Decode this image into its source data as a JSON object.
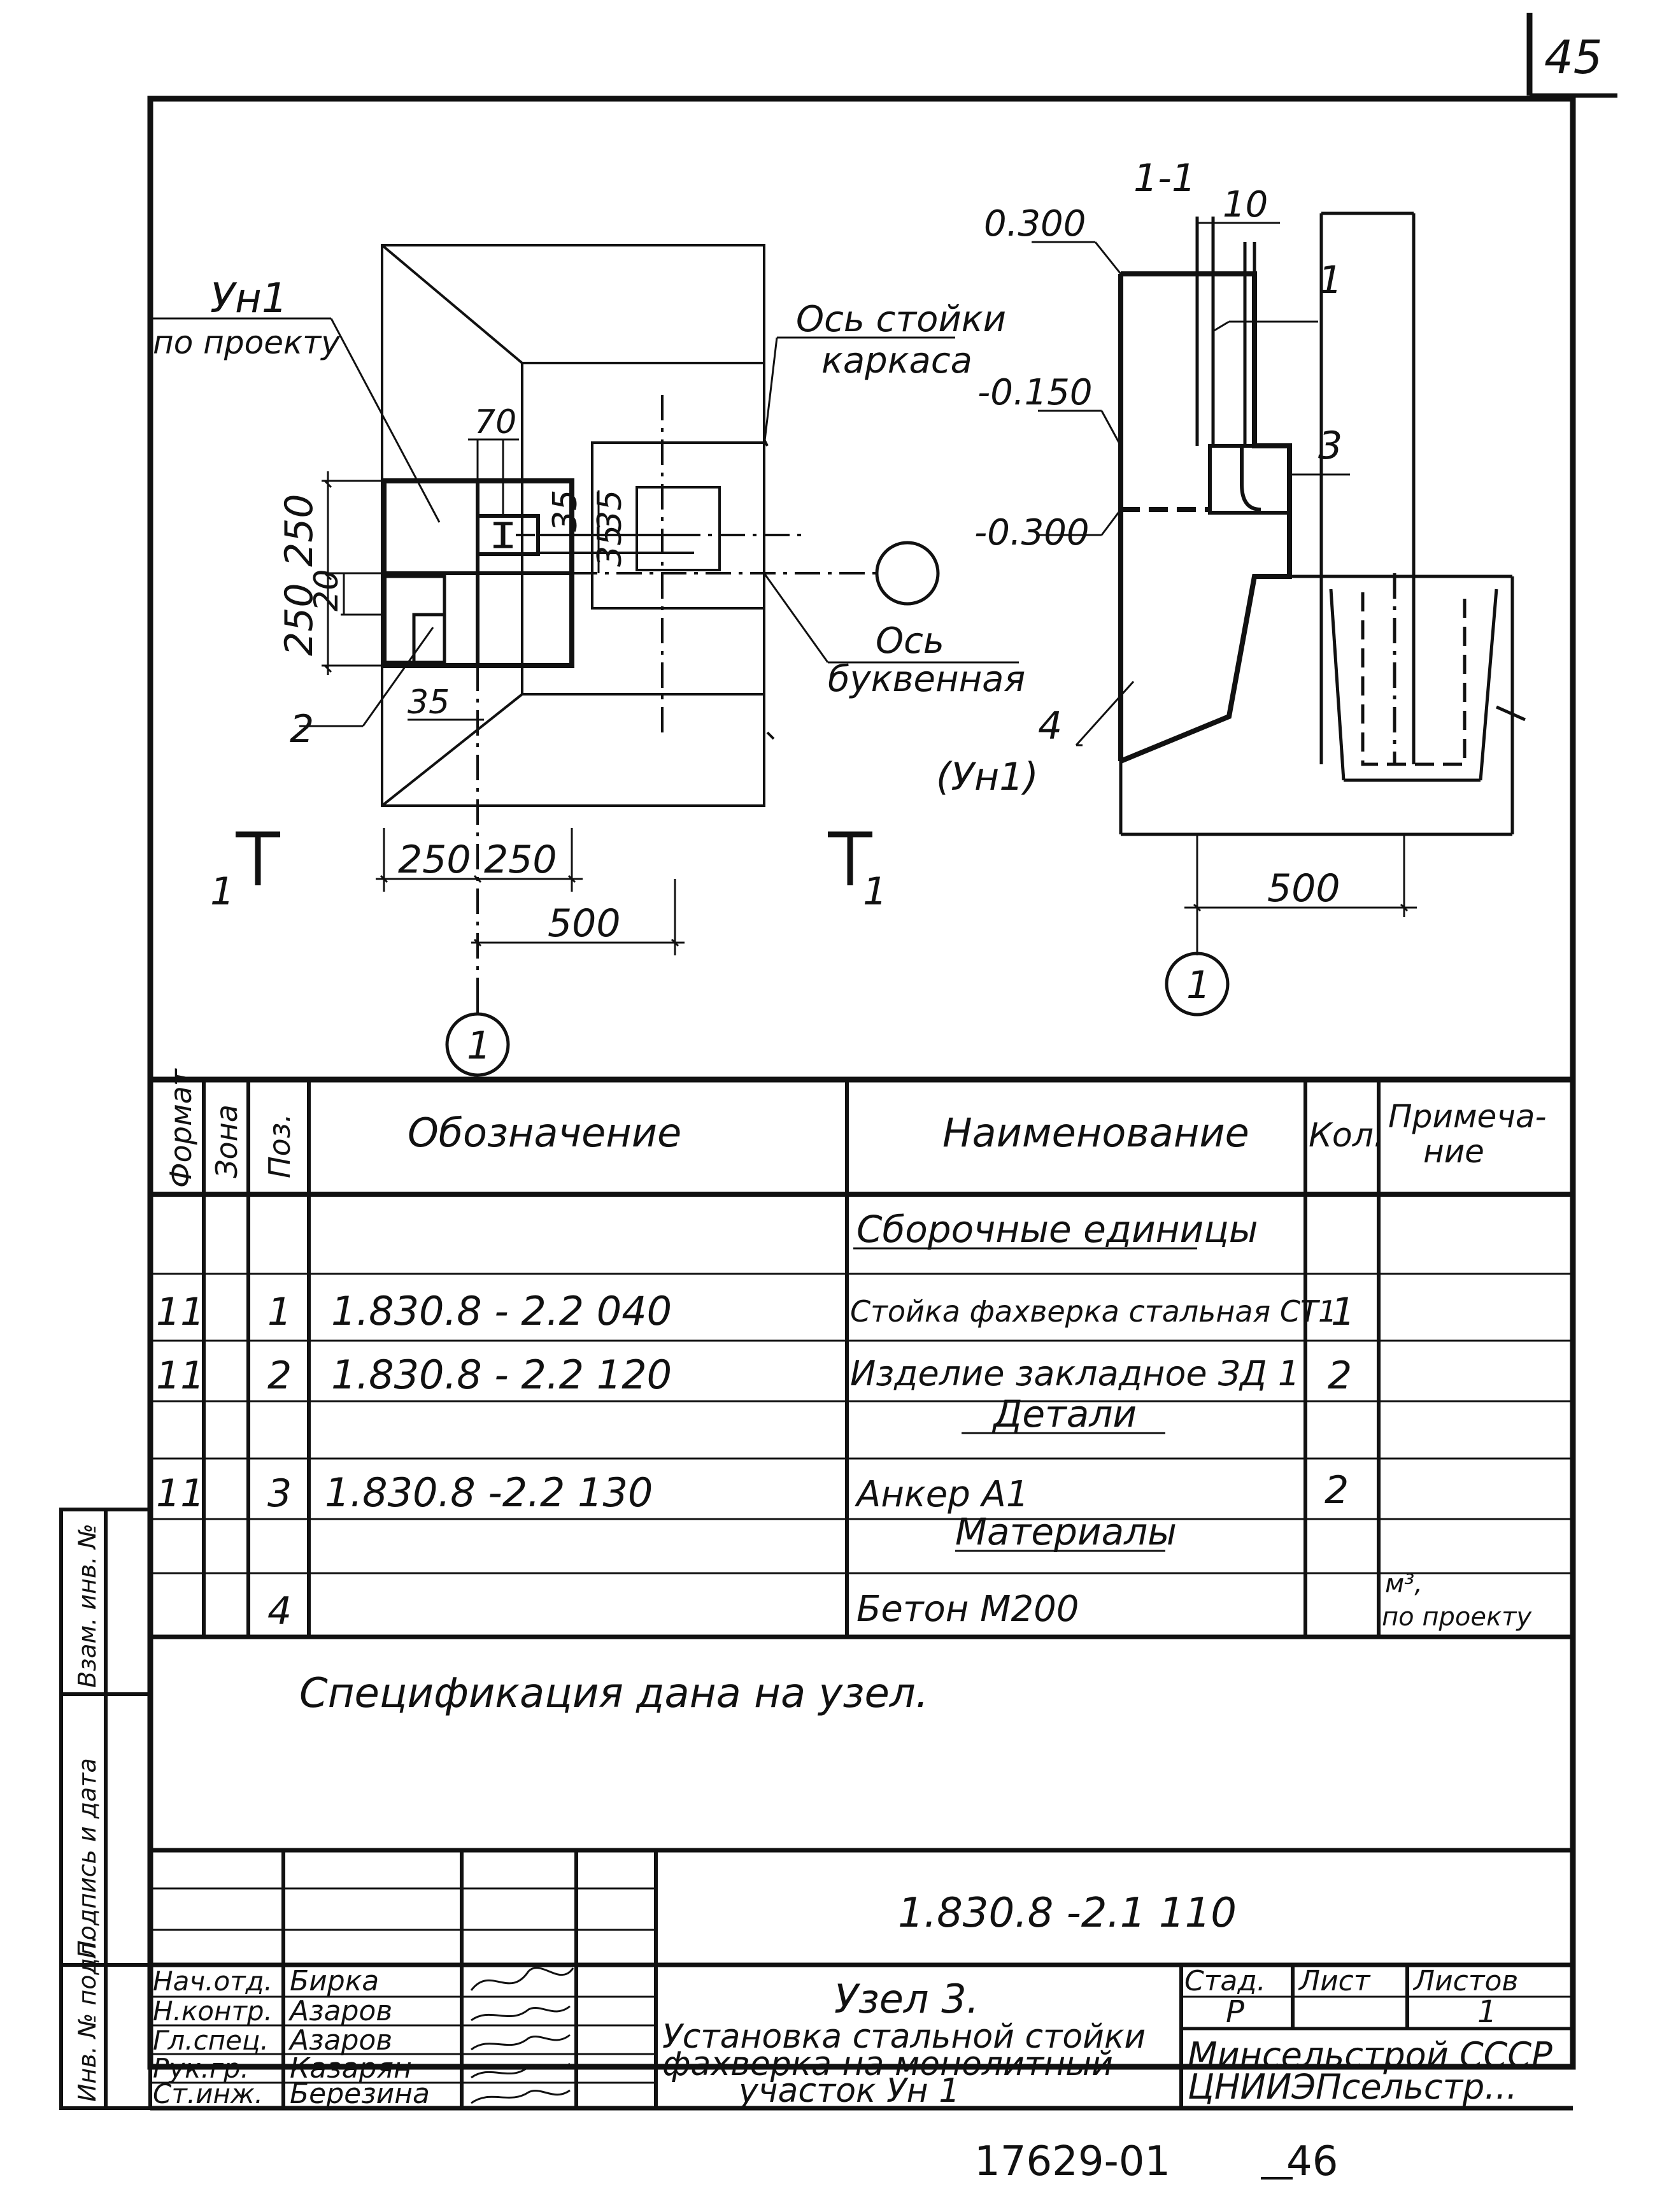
{
  "sheet": {
    "page_number": "45",
    "doc_code": "1.830.8 -2.1 110",
    "bottom_code": "17629-01",
    "bottom_page": "46"
  },
  "drawing": {
    "plan": {
      "label_un1": "Ун1",
      "label_po_proektu": "по проекту",
      "axis_column_1": "Ось стойки",
      "axis_column_2": "каркаса",
      "axis_letter_1": "Ось",
      "axis_letter_2": "буквенная",
      "dim_70": "70",
      "dim_35_a": "35",
      "dim_35_b": "35",
      "dim_35_c": "35",
      "dim_250_a": "250",
      "dim_20": "20",
      "dim_250_b": "250",
      "dim_250_c": "250",
      "dim_250_d": "250",
      "dim_500": "500",
      "pos_2": "2",
      "cut_left": "1",
      "cut_right": "1",
      "axis_bubble": "1"
    },
    "section": {
      "title": "1-1",
      "elev_top": "0.300",
      "elev_mid": "-0.150",
      "elev_low": "-0.300",
      "dim_10": "10",
      "pos_1": "1",
      "pos_3": "3",
      "pos_4": "4",
      "pos_4_note": "(Ун1)",
      "dim_500": "500",
      "axis_bubble": "1"
    }
  },
  "spec": {
    "headers": {
      "format": "Формат",
      "zone": "Зона",
      "pos": "Поз.",
      "designation": "Обозначение",
      "name": "Наименование",
      "qty": "Кол.",
      "note_1": "Примеча-",
      "note_2": "ние"
    },
    "sections": {
      "assembly": "Сборочные единицы",
      "details": "Детали",
      "materials": "Материалы"
    },
    "rows": [
      {
        "format": "11",
        "pos": "1",
        "designation": "1.830.8 - 2.2 040",
        "name": "Стойка фахверка стальная СТ1",
        "qty": "1",
        "note": ""
      },
      {
        "format": "11",
        "pos": "2",
        "designation": "1.830.8 - 2.2 120",
        "name": "Изделие закладное ЗД 1",
        "qty": "2",
        "note": ""
      },
      {
        "format": "11",
        "pos": "3",
        "designation": "1.830.8 -2.2 130",
        "name": "Анкер А1",
        "qty": "2",
        "note": ""
      },
      {
        "format": "",
        "pos": "4",
        "designation": "",
        "name": "Бетон М200",
        "qty": "",
        "note_1": "м³,",
        "note_2": "по проекту"
      }
    ],
    "remark": "Спецификация дана на узел."
  },
  "title_block": {
    "roles": [
      "Нач.отд.",
      "Н.контр.",
      "Гл.спец.",
      "Рук.гр.",
      "Ст.инж."
    ],
    "names": [
      "Бирка",
      "Азаров",
      "Азаров",
      "Казарян",
      "Березина"
    ],
    "title_1": "Узел 3.",
    "title_2": "Установка стальной стойки",
    "title_3": "фахверка на монолитный",
    "title_4": "участок Ун 1",
    "stage_label": "Стад.",
    "sheet_label": "Лист",
    "sheets_label": "Листов",
    "stage_value": "Р",
    "sheets_value": "1",
    "org_1": "Минсельстрой СССР",
    "org_2": "ЦНИИЭПсельстр..."
  },
  "side_stamp": {
    "inv_podl": "Инв. № подл.",
    "podpis": "Подпись и дата",
    "vzam": "Взам. инв. №"
  }
}
